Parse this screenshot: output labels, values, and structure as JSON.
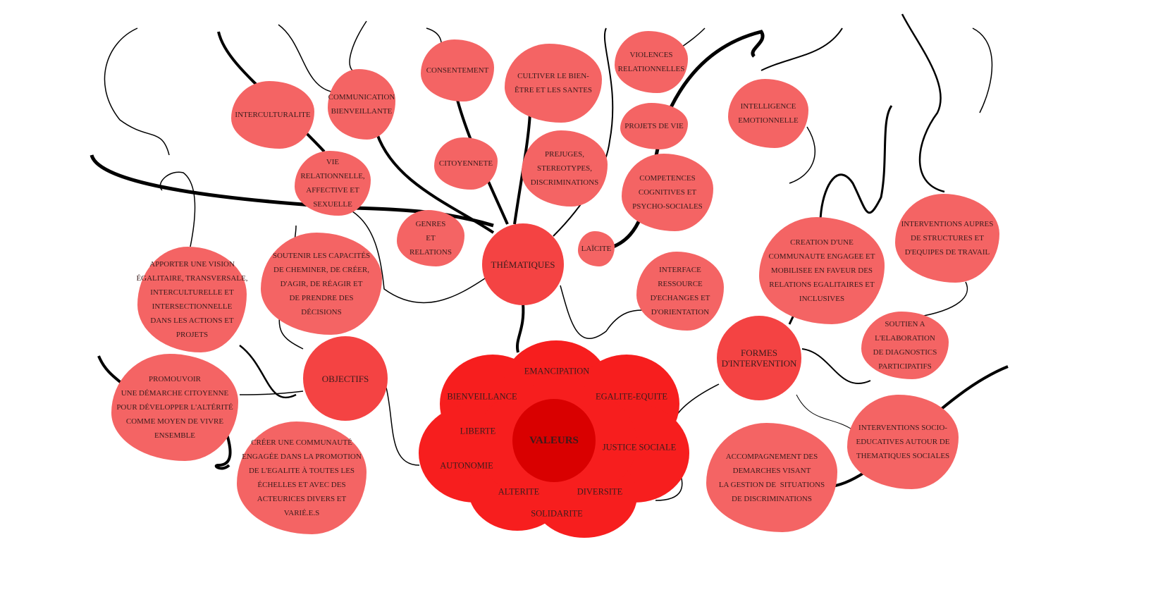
{
  "colors": {
    "cloud": "#f46464",
    "hub": "#f44343",
    "values_cloud": "#f71e1e",
    "values_center": "#d90000",
    "text": "#3b1c1c"
  },
  "hubs": {
    "thematiques": "THÉMATIQUES",
    "objectifs": "OBJECTIFS",
    "formes": "FORMES\nD'INTERVENTION",
    "valeurs": "VALEURS"
  },
  "thematiques": {
    "interculturalite": "INTERCULTURALITE",
    "communication": "COMMUNICATION\nBIENVEILLANTE",
    "consentement": "CONSENTEMENT",
    "cultiver": "CULTIVER LE BIEN-\nÊTRE ET LES SANTES",
    "violences": "VIOLENCES\nRELATIONNELLES",
    "projets_de_vie": "PROJETS DE VIE",
    "citoyennete": "CITOYENNETE",
    "vie_relationnelle": "VIE\nRELATIONNELLE,\nAFFECTIVE ET\nSEXUELLE",
    "prejuges": "PREJUGES,\nSTEREOTYPES,\nDISCRIMINATIONS",
    "competences": "COMPETENCES\nCOGNITIVES ET\nPSYCHO-SOCIALES",
    "genres": "GENRES\nET\nRELATIONS",
    "laicite": "LAÏCITE"
  },
  "objectifs": {
    "apporter": "APPORTER UNE VISION\nÉGALITAIRE, TRANSVERSALE,\nINTERCULTURELLE ET\nINTERSECTIONNELLE\nDANS LES ACTIONS ET\nPROJETS",
    "soutenir": "SOUTENIR LES CAPACITÉS\nDE CHEMINER, DE CRÉER,\nD'AGIR, DE RÉAGIR ET\nDE PRENDRE DES\nDÉCISIONS",
    "promouvoir": "PROMOUVOIR\nUNE DÉMARCHE CITOYENNE\nPOUR DÉVELOPPER L'ALTÉRITÉ\nCOMME MOYEN DE VIVRE\nENSEMBLE",
    "creer": "CRÉER UNE COMMUNAUTÉ\nENGAGÉE DANS LA PROMOTION\nDE L'EGALITE À TOUTES LES\nÉCHELLES ET AVEC DES\nACTEURICES DIVERS ET\nVARIÉ.E.S"
  },
  "formes": {
    "intelligence": "INTELLIGENCE\nEMOTIONNELLE",
    "interface": "INTERFACE\nRESSOURCE\nD'ECHANGES ET\nD'ORIENTATION",
    "creation": "CREATION D'UNE\nCOMMUNAUTE ENGAGEE ET\nMOBILISEE EN FAVEUR DES\nRELATIONS EGALITAIRES ET\nINCLUSIVES",
    "interventions_aupres": "INTERVENTIONS AUPRES\nDE STRUCTURES ET\nD'EQUIPES DE TRAVAIL",
    "soutien": "SOUTIEN A\nL'ELABORATION\nDE DIAGNOSTICS\nPARTICIPATIFS",
    "socio": "INTERVENTIONS SOCIO-\nEDUCATIVES AUTOUR DE\nTHEMATIQUES SOCIALES",
    "accompagnement": "ACCOMPAGNEMENT DES\nDEMARCHES VISANT\nLA GESTION DE  SITUATIONS\nDE DISCRIMINATIONS"
  },
  "valeurs": {
    "emancipation": "EMANCIPATION",
    "bienveillance": "BIENVEILLANCE",
    "egalite": "EGALITE-EQUITE",
    "liberte": "LIBERTE",
    "justice": "JUSTICE SOCIALE",
    "autonomie": "AUTONOMIE",
    "alterite": "ALTERITE",
    "diversite": "DIVERSITE",
    "solidarite": "SOLIDARITE"
  }
}
